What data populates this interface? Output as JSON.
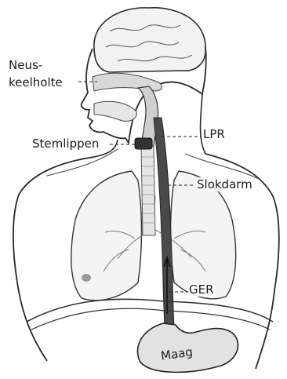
{
  "labels": {
    "neus_line1": "Neus-",
    "neus_line2": "keelholte",
    "stemlippen": "Stemlippen",
    "lpr": "LPR",
    "slokdarm": "Slokdarm",
    "ger": "GER",
    "maag": "Maag"
  },
  "colors": {
    "outline": "#2a2a2a",
    "shade": "#d9d9d9",
    "shade_dark": "#b5b5b5",
    "esophagus": "#4a4a4a"
  }
}
